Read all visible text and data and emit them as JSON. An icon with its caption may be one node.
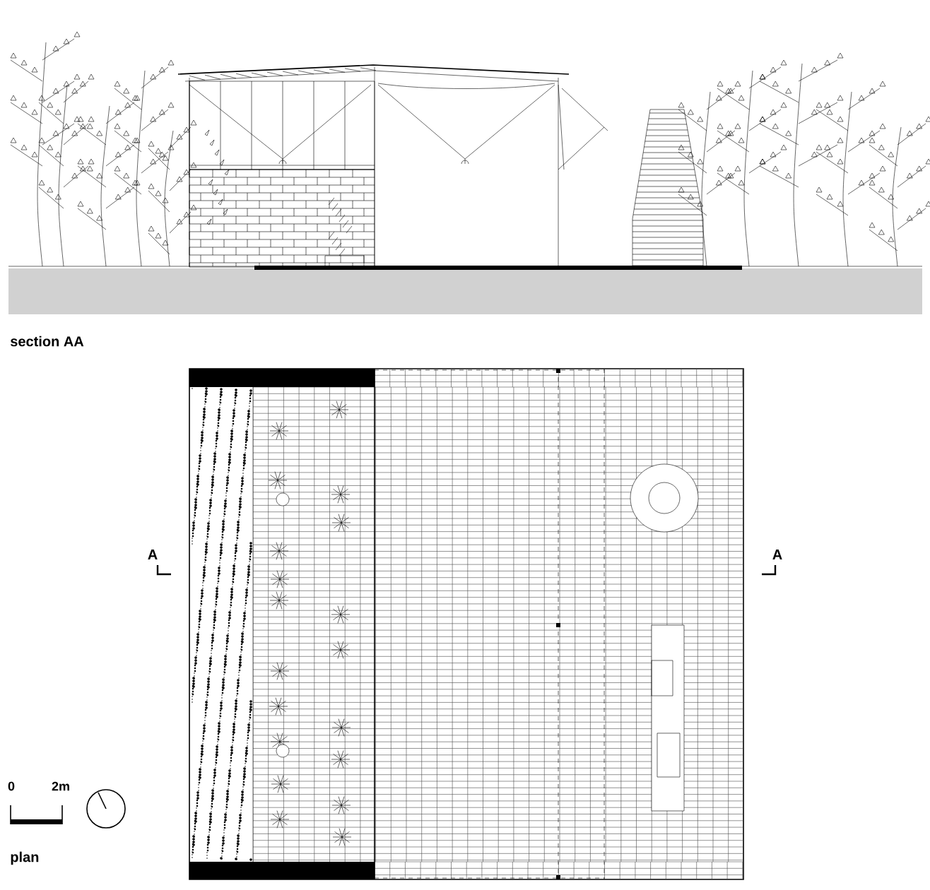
{
  "diagram": {
    "labels": [
      "section AA",
      "A",
      "A",
      "0",
      "2m",
      "plan"
    ]
  }
}
